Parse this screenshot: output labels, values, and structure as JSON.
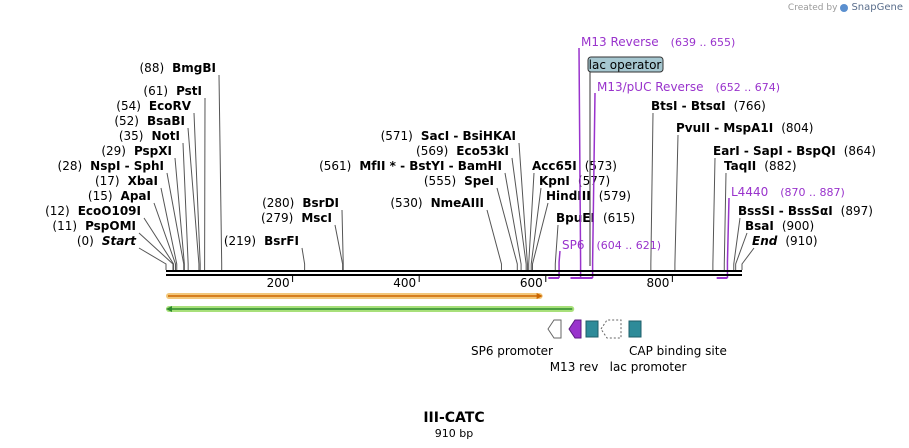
{
  "credit": {
    "prefix": "Created by",
    "brand": "SnapGene"
  },
  "title": "III-CATC",
  "length_label": "910 bp",
  "sequence_length": 910,
  "ruler_ticks": [
    200,
    400,
    600,
    800
  ],
  "sites": [
    {
      "num": "(0)",
      "name": "Start",
      "pos": 0,
      "italic": true
    },
    {
      "num": "(11)",
      "name": "PspOMI",
      "pos": 11
    },
    {
      "num": "(12)",
      "name": "EcoO109I",
      "pos": 12
    },
    {
      "num": "(15)",
      "name": "ApaI",
      "pos": 15
    },
    {
      "num": "(17)",
      "name": "XbaI",
      "pos": 17
    },
    {
      "num": "(28)",
      "name": "NspI  -  SphI",
      "pos": 28
    },
    {
      "num": "(29)",
      "name": "PspXI",
      "pos": 29
    },
    {
      "num": "(35)",
      "name": "NotI",
      "pos": 35
    },
    {
      "num": "(52)",
      "name": "BsaBI",
      "pos": 52
    },
    {
      "num": "(54)",
      "name": "EcoRV",
      "pos": 54
    },
    {
      "num": "(61)",
      "name": "PstI",
      "pos": 61
    },
    {
      "num": "(88)",
      "name": "BmgBI",
      "pos": 88
    },
    {
      "num": "(219)",
      "name": "BsrFI",
      "pos": 219
    },
    {
      "num": "(279)",
      "name": "MscI",
      "pos": 279
    },
    {
      "num": "(280)",
      "name": "BsrDI",
      "pos": 280
    },
    {
      "num": "(530)",
      "name": "NmeAIII",
      "pos": 530
    },
    {
      "num": "(555)",
      "name": "SpeI",
      "pos": 555
    },
    {
      "num": "(561)",
      "name": "MfII * - BstYI  -  BamHI",
      "pos": 561
    },
    {
      "num": "(569)",
      "name": "Eco53kI",
      "pos": 569
    },
    {
      "num": "(571)",
      "name": "SacI  -  BsiHKAI",
      "pos": 571
    },
    {
      "num": "(573)",
      "name": "Acc65I",
      "pos": 573,
      "num_right": true
    },
    {
      "num": "(577)",
      "name": "KpnI",
      "pos": 577,
      "num_right": true
    },
    {
      "num": "(579)",
      "name": "HindIII",
      "pos": 579,
      "num_right": true
    },
    {
      "num": "(615)",
      "name": "BpuEI",
      "pos": 615,
      "num_right": true
    },
    {
      "num": "(766)",
      "name": "BtsI  -  BtsαI",
      "pos": 766,
      "num_right": true
    },
    {
      "num": "(804)",
      "name": "PvuII  -  MspA1I",
      "pos": 804,
      "num_right": true
    },
    {
      "num": "(864)",
      "name": "EarI  -  SapI  -  BspQI",
      "pos": 864,
      "num_right": true
    },
    {
      "num": "(882)",
      "name": "TaqII",
      "pos": 882,
      "num_right": true
    },
    {
      "num": "(897)",
      "name": "BssSI  -  BssSαI",
      "pos": 897,
      "num_right": true
    },
    {
      "num": "(900)",
      "name": "BsaI",
      "pos": 900,
      "num_right": true
    },
    {
      "num": "(910)",
      "name": "End",
      "pos": 910,
      "italic": true,
      "num_right": true
    }
  ],
  "primers": [
    {
      "name": "M13 Reverse",
      "range": "(639 .. 655)",
      "start": 639,
      "end": 655
    },
    {
      "name": "M13/pUC Reverse",
      "range": "(652 .. 674)",
      "start": 652,
      "end": 674
    },
    {
      "name": "SP6",
      "range": "(604 .. 621)",
      "start": 604,
      "end": 621
    },
    {
      "name": "L4440",
      "range": "(870 .. 887)",
      "start": 870,
      "end": 887
    }
  ],
  "highlight_feature": {
    "name": "lac operator",
    "fill": "#a6c7d0"
  },
  "features": [
    {
      "name": "SP6 promoter",
      "shape": "arrow-left",
      "fill": "#ffffff"
    },
    {
      "name": "M13 rev",
      "shape": "arrow-left",
      "fill": "#9933cc"
    },
    {
      "name": "lac operator",
      "shape": "box",
      "fill": "#2e8b99"
    },
    {
      "name": "lac promoter",
      "shape": "arrow-left-dotted",
      "fill": "#ffffff"
    },
    {
      "name": "CAP binding site",
      "shape": "box",
      "fill": "#2e8b99"
    }
  ],
  "orfs": [
    {
      "direction": "forward",
      "color": "#cc6600",
      "glow": "#f2c77a",
      "start": 0,
      "end": 595
    },
    {
      "direction": "reverse",
      "color": "#2e8b2e",
      "glow": "#a8e07a",
      "start": 0,
      "end": 645
    }
  ],
  "colors": {
    "primer": "#9933cc",
    "backbone": "#000000"
  }
}
